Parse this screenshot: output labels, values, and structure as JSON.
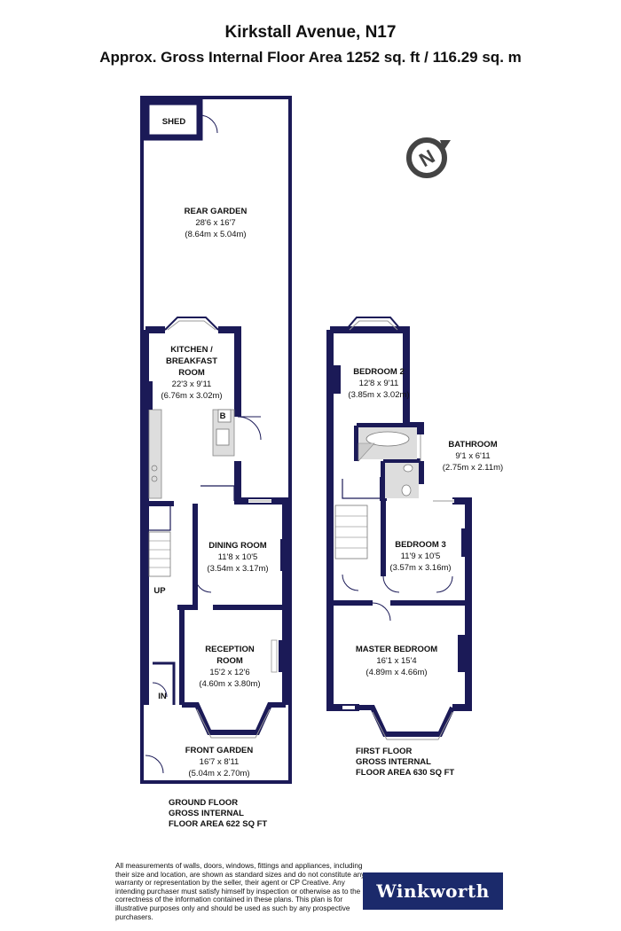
{
  "header": {
    "title": "Kirkstall Avenue, N17",
    "subtitle": "Approx. Gross Internal Floor Area 1252 sq. ft / 116.29 sq. m"
  },
  "ground_floor": {
    "rooms": [
      {
        "id": "shed",
        "name": "SHED",
        "dims_imperial": "",
        "dims_metric": ""
      },
      {
        "id": "rear_garden",
        "name": "REAR GARDEN",
        "dims_imperial": "28'6 x 16'7",
        "dims_metric": "(8.64m x 5.04m)"
      },
      {
        "id": "kitchen",
        "name_lines": [
          "KITCHEN /",
          "BREAKFAST",
          "ROOM"
        ],
        "dims_imperial": "22'3 x 9'11",
        "dims_metric": "(6.76m x 3.02m)"
      },
      {
        "id": "dining",
        "name": "DINING ROOM",
        "dims_imperial": "11'8 x 10'5",
        "dims_metric": "(3.54m x 3.17m)"
      },
      {
        "id": "reception",
        "name_lines": [
          "RECEPTION",
          "ROOM"
        ],
        "dims_imperial": "15'2 x 12'6",
        "dims_metric": "(4.60m x 3.80m)"
      },
      {
        "id": "front_garden",
        "name": "FRONT GARDEN",
        "dims_imperial": "16'7 x 8'11",
        "dims_metric": "(5.04m x 2.70m)"
      }
    ],
    "markers": {
      "up": "UP",
      "in": "IN",
      "boiler": "B"
    },
    "area_label": [
      "GROUND FLOOR",
      "GROSS INTERNAL",
      "FLOOR AREA 622 SQ FT"
    ]
  },
  "first_floor": {
    "rooms": [
      {
        "id": "bedroom2",
        "name": "BEDROOM 2",
        "dims_imperial": "12'8 x 9'11",
        "dims_metric": "(3.85m x 3.02m)"
      },
      {
        "id": "bathroom",
        "name": "BATHROOM",
        "dims_imperial": "9'1 x 6'11",
        "dims_metric": "(2.75m x 2.11m)"
      },
      {
        "id": "bedroom3",
        "name": "BEDROOM 3",
        "dims_imperial": "11'9 x 10'5",
        "dims_metric": "(3.57m x 3.16m)"
      },
      {
        "id": "master",
        "name": "MASTER BEDROOM",
        "dims_imperial": "16'1 x 15'4",
        "dims_metric": "(4.89m x 4.66m)"
      }
    ],
    "area_label": [
      "FIRST FLOOR",
      "GROSS INTERNAL",
      "FLOOR AREA 630 SQ FT"
    ]
  },
  "compass": {
    "letter": "N"
  },
  "disclaimer": "All measurements of walls, doors, windows, fittings and appliances, including their size and location, are shown as standard sizes and do not constitute any warranty or representation by the seller, their agent or CP Creative. Any intending purchaser must satisfy himself by inspection or otherwise as to the correctness of the information contained in these plans. This plan is for illustrative purposes only and should be used as such by any prospective purchasers.",
  "brand": {
    "name": "Winkworth",
    "color": "#1b2a6b"
  },
  "colors": {
    "wall": "#1b1a57",
    "fitting": "#dddddd",
    "fitting_stroke": "#888888"
  }
}
